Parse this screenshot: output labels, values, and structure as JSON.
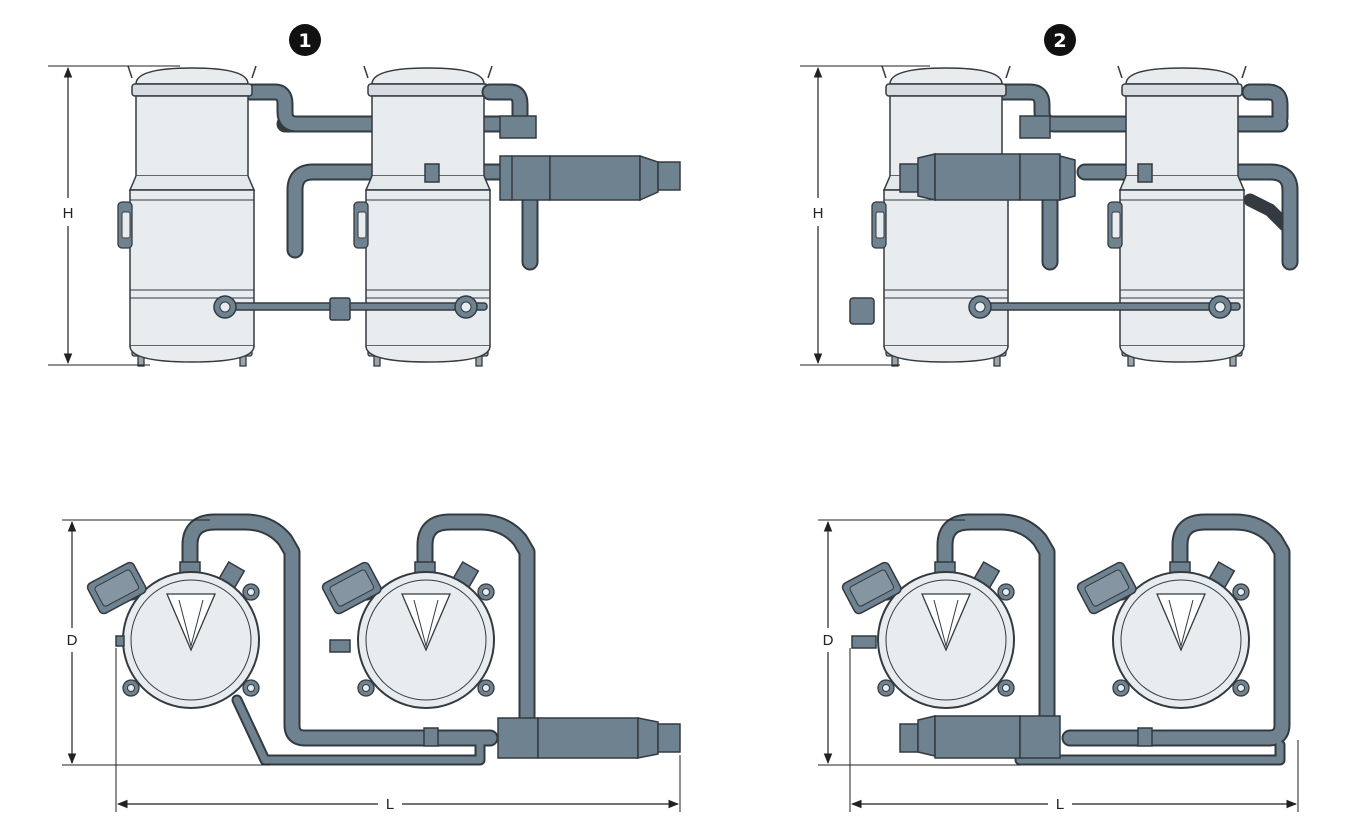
{
  "variants": [
    {
      "badge": "1",
      "height_label": "H",
      "depth_label": "D",
      "length_label": "L"
    },
    {
      "badge": "2",
      "height_label": "H",
      "depth_label": "D",
      "length_label": "L"
    }
  ],
  "colors": {
    "shell": "#e8ecef",
    "shell_dark": "#d6dcdf",
    "pipe": "#6f8290",
    "pipe_dark": "#556673",
    "outline": "#333a40",
    "dim_line": "#222222",
    "badge": "#111111"
  }
}
